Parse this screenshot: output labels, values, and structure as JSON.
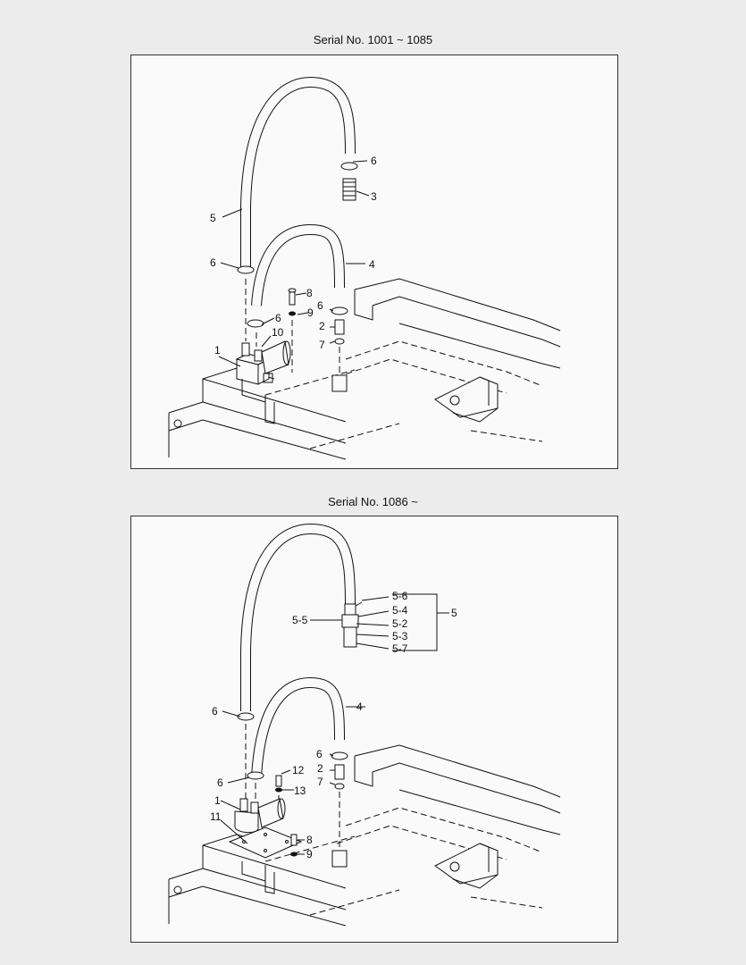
{
  "panels": [
    {
      "title": "Serial No. 1001 ~ 1085",
      "callouts": [
        "1",
        "2",
        "3",
        "4",
        "5",
        "6",
        "6",
        "6",
        "6",
        "7",
        "8",
        "9",
        "10"
      ]
    },
    {
      "title": "Serial No. 1086 ~",
      "callouts": [
        "1",
        "2",
        "4",
        "6",
        "6",
        "6",
        "7",
        "8",
        "9",
        "11",
        "12",
        "13"
      ],
      "bracket_group": {
        "label": "5",
        "items": [
          "5-6",
          "5-4",
          "5-2",
          "5-3",
          "5-7"
        ]
      },
      "sub_label": "5-5"
    }
  ]
}
